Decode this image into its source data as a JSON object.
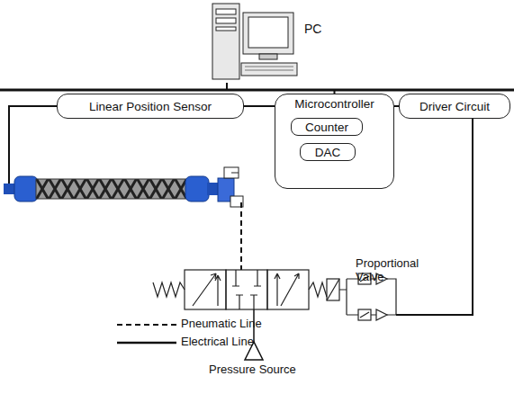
{
  "diagram": {
    "nodes": [
      {
        "text": [
          "PC"
        ]
      },
      {
        "text": [
          "Linear Position Sensor"
        ]
      },
      {
        "text": [
          "Microcontroller"
        ]
      },
      {
        "text": [
          "Counter"
        ],
        "in": 2
      },
      {
        "text": [
          "DAC"
        ],
        "in": 2
      },
      {
        "text": [
          "Driver Circuit"
        ]
      }
    ],
    "edges": [
      {
        "from": 0,
        "to": 2,
        "arrow": "none"
      },
      {
        "from": 1,
        "to": 2,
        "arrow": "none"
      },
      {
        "from": 2,
        "to": 5,
        "arrow": "none"
      }
    ],
    "labels": [
      "Proportional Valve",
      "Pressure Source"
    ],
    "legend": [
      {
        "text": "Pneumatic Line"
      },
      {
        "text": "Electrical Line"
      }
    ]
  }
}
